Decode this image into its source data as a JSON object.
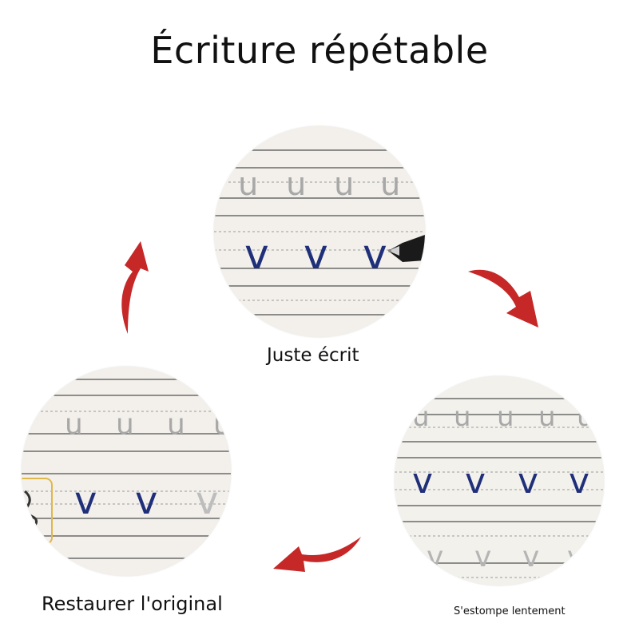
{
  "title": "Écriture répétable",
  "captions": {
    "just_written": "Juste écrit",
    "fades_slowly": "S'estompe lentement",
    "restore_original": "Restaurer l'original"
  },
  "practice_letters": {
    "guide_letter": "u",
    "written_letter": "v"
  },
  "colors": {
    "arrow": "#c62828",
    "ink": "#1f2f7a",
    "guide_gray": "#a8a8a8",
    "paper": "#f2efea"
  },
  "icons": {
    "cycle_arrows": "curved-arrow-icon",
    "pen": "pen-icon"
  }
}
